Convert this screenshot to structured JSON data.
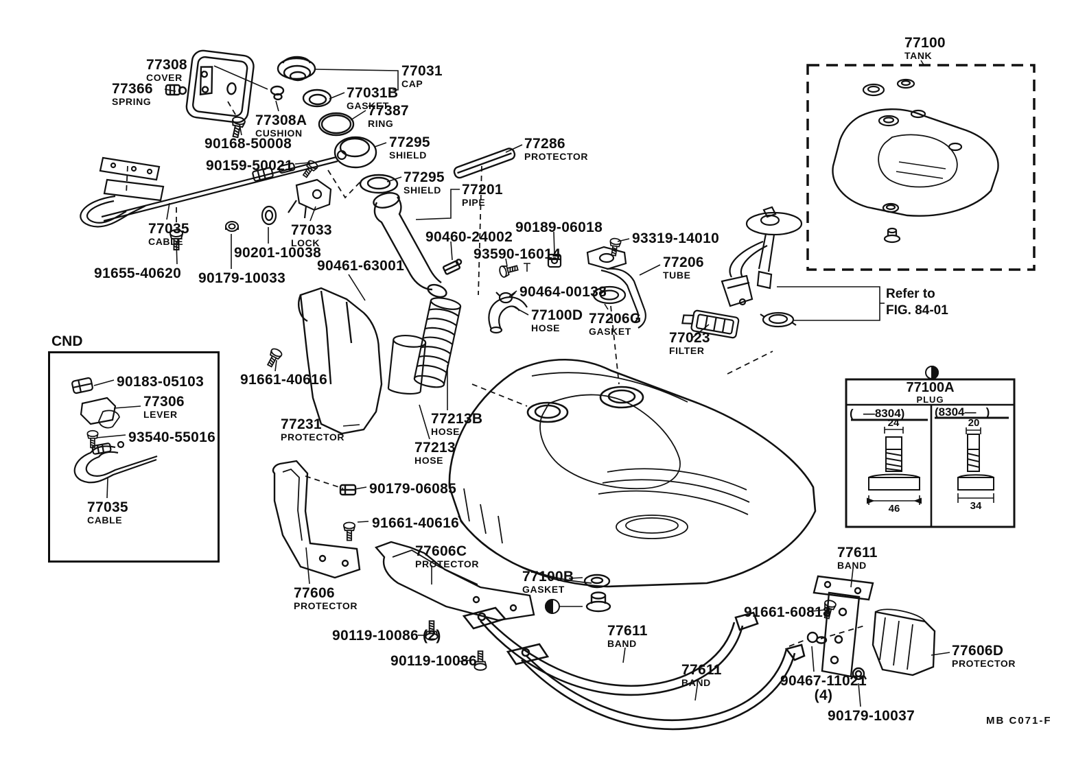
{
  "figure": {
    "cnd_label": "CND",
    "code": "MB  C071-F",
    "refer_note_line1": "Refer to",
    "refer_note_line2": "FIG. 84-01",
    "ink_color": "#111111",
    "paper_color": "#ffffff"
  },
  "plug_table": {
    "number": "77100A",
    "name": "PLUG",
    "left_range": "(   —8304)",
    "right_range": "(8304—   )",
    "left_top_dim": "24",
    "left_bottom_dim": "46",
    "right_top_dim": "20",
    "right_bottom_dim": "34"
  },
  "parts": [
    {
      "number": "77308",
      "name": "COVER"
    },
    {
      "number": "77366",
      "name": "SPRING"
    },
    {
      "number": "77308A",
      "name": "CUSHION"
    },
    {
      "number": "90168-50008",
      "name": ""
    },
    {
      "number": "77031",
      "name": "CAP"
    },
    {
      "number": "77031B",
      "name": "GASKET"
    },
    {
      "number": "77387",
      "name": "RING"
    },
    {
      "number": "77295",
      "name": "SHIELD"
    },
    {
      "number": "90159-50021",
      "name": ""
    },
    {
      "number": "77295",
      "name": "SHIELD"
    },
    {
      "number": "77286",
      "name": "PROTECTOR"
    },
    {
      "number": "77201",
      "name": "PIPE"
    },
    {
      "number": "77035",
      "name": "CABLE"
    },
    {
      "number": "77033",
      "name": "LOCK"
    },
    {
      "number": "90201-10038",
      "name": ""
    },
    {
      "number": "91655-40620",
      "name": ""
    },
    {
      "number": "90179-10033",
      "name": ""
    },
    {
      "number": "90460-24002",
      "name": ""
    },
    {
      "number": "93590-16014",
      "name": ""
    },
    {
      "number": "90189-06018",
      "name": ""
    },
    {
      "number": "93319-14010",
      "name": ""
    },
    {
      "number": "77206",
      "name": "TUBE"
    },
    {
      "number": "90464-00138",
      "name": ""
    },
    {
      "number": "77100D",
      "name": "HOSE"
    },
    {
      "number": "77206G",
      "name": "GASKET"
    },
    {
      "number": "77023",
      "name": "FILTER"
    },
    {
      "number": "90461-63001",
      "name": ""
    },
    {
      "number": "91661-40616",
      "name": ""
    },
    {
      "number": "77231",
      "name": "PROTECTOR"
    },
    {
      "number": "77213B",
      "name": "HOSE"
    },
    {
      "number": "77213",
      "name": "HOSE"
    },
    {
      "number": "90183-05103",
      "name": ""
    },
    {
      "number": "77306",
      "name": "LEVER"
    },
    {
      "number": "93540-55016",
      "name": ""
    },
    {
      "number": "77035",
      "name": "CABLE"
    },
    {
      "number": "90179-06085",
      "name": ""
    },
    {
      "number": "91661-40616",
      "name": ""
    },
    {
      "number": "77606C",
      "name": "PROTECTOR"
    },
    {
      "number": "77606",
      "name": "PROTECTOR"
    },
    {
      "number": "77100B",
      "name": "GASKET"
    },
    {
      "number": "90119-10086 (2)",
      "name": ""
    },
    {
      "number": "90119-10086",
      "name": ""
    },
    {
      "number": "77611",
      "name": "BAND"
    },
    {
      "number": "77611",
      "name": "BAND"
    },
    {
      "number": "77611",
      "name": "BAND"
    },
    {
      "number": "91661-60818",
      "name": ""
    },
    {
      "number": "77606D",
      "name": "PROTECTOR"
    },
    {
      "number": "90467-11021",
      "name": "",
      "qty": "(4)"
    },
    {
      "number": "90179-10037",
      "name": ""
    },
    {
      "number": "77100",
      "name": "TANK"
    }
  ]
}
